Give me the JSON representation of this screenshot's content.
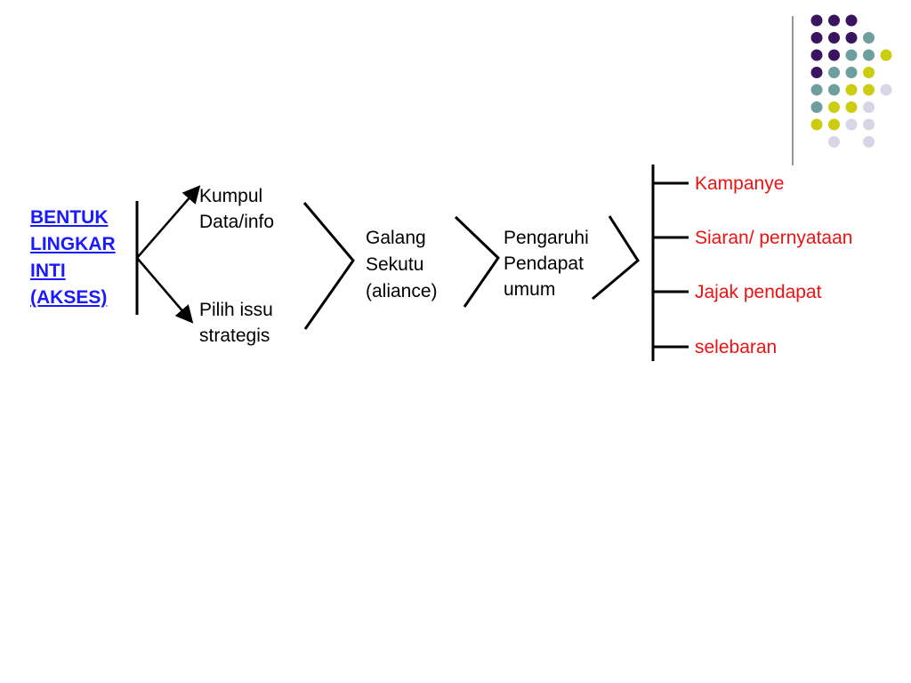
{
  "colors": {
    "title": "#1a1aff",
    "channels": "#ee1111",
    "text": "#000000",
    "dots": {
      "p": "#3b1461",
      "t": "#6e9e9e",
      "y": "#cccc11",
      "l": "#d6d6e6"
    }
  },
  "dot_grid": [
    [
      "p",
      "p",
      "p",
      "",
      ""
    ],
    [
      "p",
      "p",
      "p",
      "t",
      ""
    ],
    [
      "p",
      "p",
      "t",
      "t",
      "y"
    ],
    [
      "p",
      "t",
      "t",
      "y",
      ""
    ],
    [
      "t",
      "t",
      "y",
      "y",
      "l"
    ],
    [
      "t",
      "y",
      "y",
      "l",
      ""
    ],
    [
      "y",
      "y",
      "l",
      "l",
      ""
    ],
    [
      "",
      "l",
      "",
      "l",
      ""
    ]
  ],
  "diagram": {
    "title": "BENTUK\nLINGKAR\nINTI\n(AKSES)",
    "branch_top": "Kumpul\nData/info",
    "branch_bottom": "Pilih issu\nstrategis",
    "step_1": "Galang\nSekutu\n(aliance)",
    "step_2": "Pengaruhi\nPendapat\numum",
    "channels": [
      "Kampanye",
      "Siaran/ pernyataan",
      "Jajak pendapat",
      "selebaran"
    ]
  }
}
